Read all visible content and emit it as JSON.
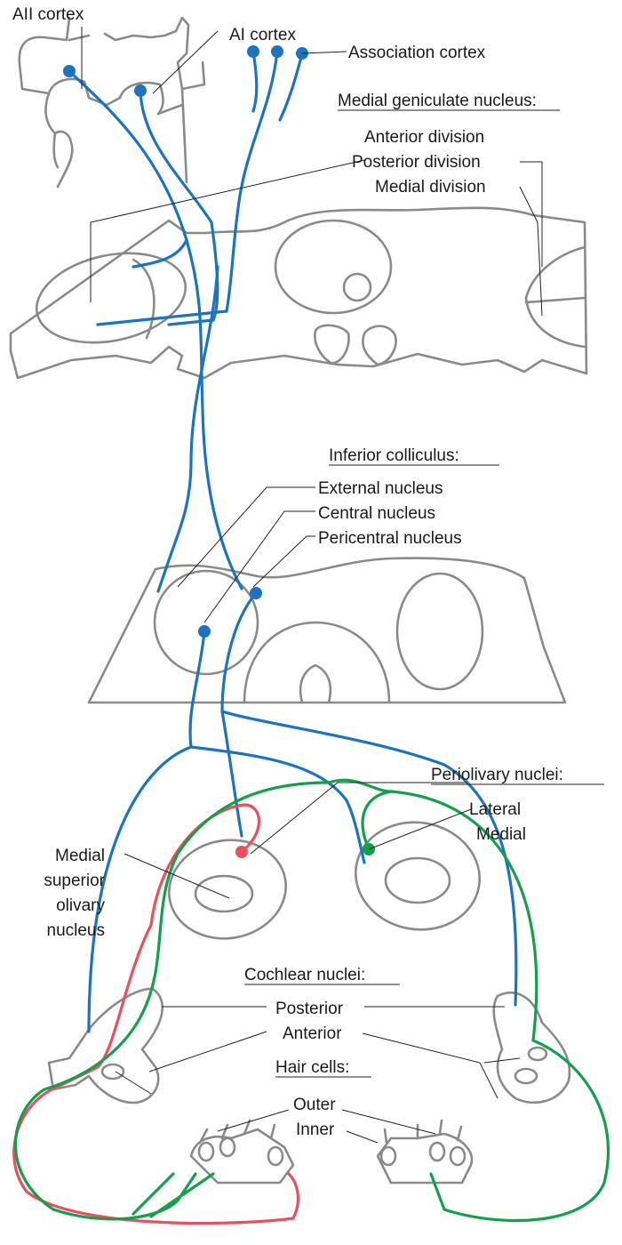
{
  "labels": {
    "aii_cortex": "AII cortex",
    "ai_cortex": "AI cortex",
    "association_cortex": "Association cortex",
    "mgn_title": "Medial geniculate nucleus:",
    "anterior_division": "Anterior division",
    "posterior_division": "Posterior division",
    "medial_division": "Medial division",
    "ic_title": "Inferior colliculus:",
    "external_nucleus": "External nucleus",
    "central_nucleus": "Central nucleus",
    "pericentral_nucleus": "Pericentral nucleus",
    "periolivary_title": "Periolivary nuclei:",
    "lateral": "Lateral",
    "medial": "Medial",
    "mso_line1": "Medial",
    "mso_line2": "superior",
    "mso_line3": "olivary",
    "mso_line4": "nucleus",
    "cochlear_title": "Cochlear nuclei:",
    "posterior": "Posterior",
    "anterior": "Anterior",
    "hair_cells_title": "Hair cells:",
    "outer": "Outer",
    "inner": "Inner"
  },
  "colors": {
    "outline": "#8a8a8a",
    "ascending_pathway": "#1b74bd",
    "lateral_olivocochlear": "#ea4f5e",
    "medial_olivocochlear": "#14a04b"
  }
}
